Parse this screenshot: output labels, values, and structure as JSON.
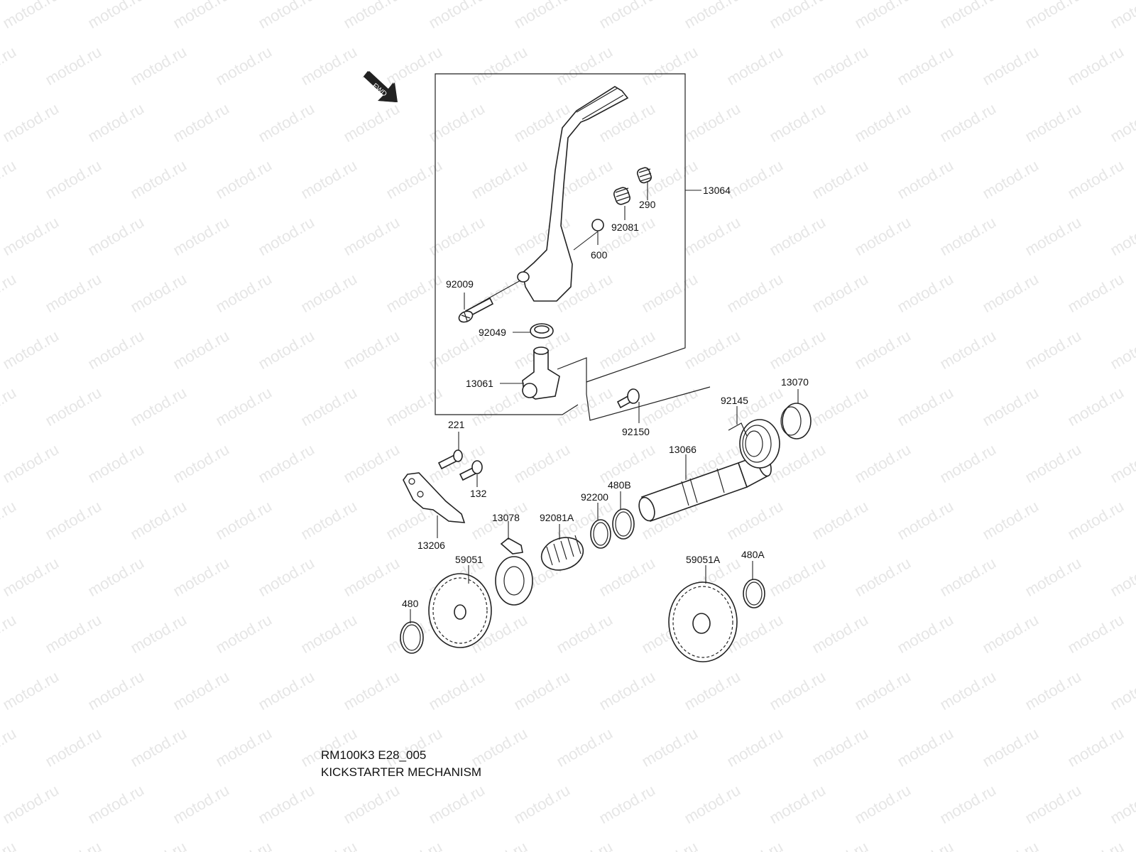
{
  "watermark_text": "motod.ru",
  "fwd_label": "FWD",
  "parts": {
    "p13064": "13064",
    "p290": "290",
    "p92081": "92081",
    "p600": "600",
    "p92009": "92009",
    "p92049": "92049",
    "p13061": "13061",
    "p92150": "92150",
    "p221": "221",
    "p132": "132",
    "p13206": "13206",
    "p13066": "13066",
    "p92145": "92145",
    "p13070": "13070",
    "p480B": "480B",
    "p92200": "92200",
    "p13078": "13078",
    "p92081A": "92081A",
    "p59051": "59051",
    "p480": "480",
    "p59051A": "59051A",
    "p480A": "480A"
  },
  "caption": {
    "model_code": "RM100K3 E28_005",
    "title": "KICKSTARTER MECHANISM"
  }
}
